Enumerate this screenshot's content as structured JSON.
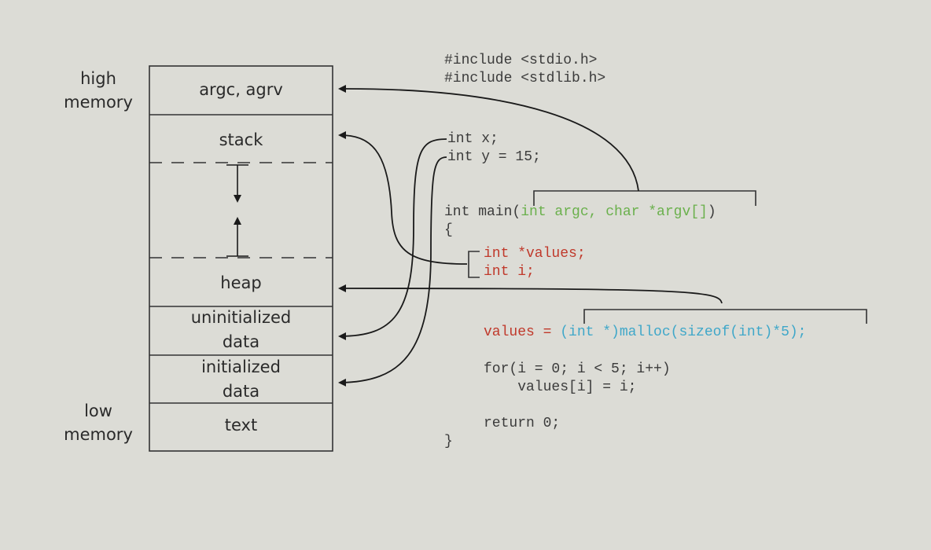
{
  "memory": {
    "high_label": "high\nmemory",
    "low_label": "low\nmemory",
    "segments": {
      "args": "argc, agrv",
      "stack": "stack",
      "heap": "heap",
      "uninit_line1": "uninitialized",
      "uninit_line2": "data",
      "init_line1": "initialized",
      "init_line2": "data",
      "text": "text"
    }
  },
  "code": {
    "include_stdio": "#include <stdio.h>",
    "include_stdlib": "#include <stdlib.h>",
    "decl_x": "int x;",
    "decl_y": "int y = 15;",
    "main_prefix": "int main(",
    "main_params": "int argc, char *argv[]",
    "main_suffix": ")",
    "open_brace": "{",
    "decl_values": "int *values;",
    "decl_i": "int i;",
    "assign_lhs": "values = ",
    "assign_rhs": "(int *)malloc(sizeof(int)*5)",
    "assign_end": ";",
    "for_line": "for(i = 0; i < 5; i++)",
    "for_body": "    values[i] = i;",
    "return_line": "return 0;",
    "close_brace": "}"
  },
  "colors": {
    "params": "#6ab04c",
    "locals": "#c0392b",
    "malloc": "#3fa7c9"
  }
}
